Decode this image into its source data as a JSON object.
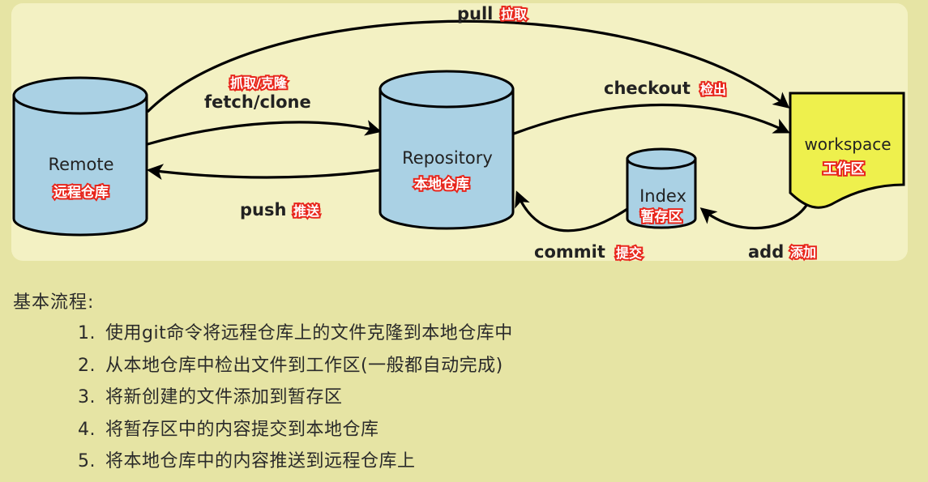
{
  "diagram": {
    "nodes": {
      "remote": {
        "label": "Remote",
        "sublabel": "远程仓库"
      },
      "repository": {
        "label": "Repository",
        "sublabel": "本地仓库"
      },
      "index": {
        "label": "Index",
        "sublabel": "暂存区"
      },
      "workspace": {
        "label": "workspace",
        "sublabel": "工作区"
      }
    },
    "edges": {
      "pull": {
        "label": "pull",
        "sublabel": "拉取"
      },
      "fetch_clone": {
        "label": "fetch/clone",
        "sublabel": "抓取/克隆"
      },
      "checkout": {
        "label": "checkout",
        "sublabel": "检出"
      },
      "push": {
        "label": "push",
        "sublabel": "推送"
      },
      "commit": {
        "label": "commit",
        "sublabel": "提交"
      },
      "add": {
        "label": "add",
        "sublabel": "添加"
      }
    },
    "colors": {
      "panel": "#f3f1c3",
      "page": "#e6e4a4",
      "cylinder": "#aad1e4",
      "workspace": "#eef04d",
      "red_label": "#e8261c"
    }
  },
  "flow": {
    "title": "基本流程:",
    "steps": [
      {
        "num": "1.",
        "text": "使用git命令将远程仓库上的文件克隆到本地仓库中"
      },
      {
        "num": "2.",
        "text": "从本地仓库中检出文件到工作区(一般都自动完成)"
      },
      {
        "num": "3.",
        "text": "将新创建的文件添加到暂存区"
      },
      {
        "num": "4.",
        "text": "将暂存区中的内容提交到本地仓库"
      },
      {
        "num": "5.",
        "text": "将本地仓库中的内容推送到远程仓库上"
      }
    ]
  }
}
